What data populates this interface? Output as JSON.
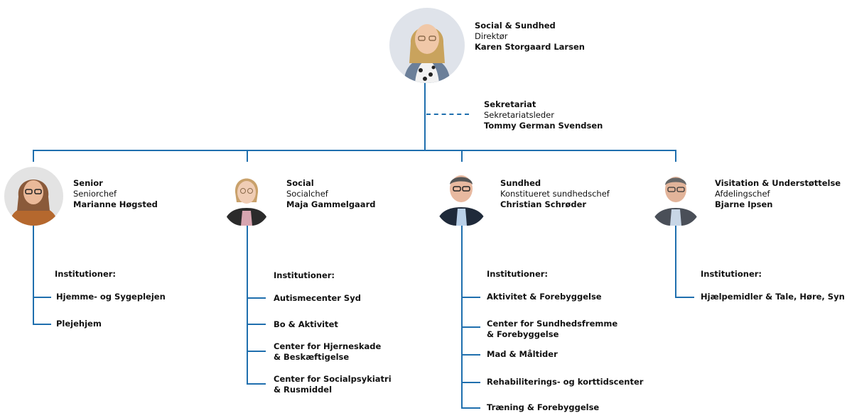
{
  "director": {
    "dept": "Social & Sundhed",
    "role": "Direktør",
    "name": "Karen Storgaard Larsen"
  },
  "secretariat": {
    "dept": "Sekretariat",
    "role": "Sekretariatsleder",
    "name": "Tommy German Svendsen"
  },
  "institutions_label": "Institutioner:",
  "departments": [
    {
      "dept": "Senior",
      "role": "Seniorchef",
      "name": "Marianne Høgsted",
      "items": [
        "Hjemme- og Sygeplejen",
        "Plejehjem"
      ]
    },
    {
      "dept": "Social",
      "role": "Socialchef",
      "name": "Maja Gammelgaard",
      "items": [
        "Autismecenter Syd",
        "Bo & Aktivitet",
        "Center for Hjerneskade\n& Beskæftigelse",
        "Center for Socialpsykiatri\n& Rusmiddel"
      ]
    },
    {
      "dept": "Sundhed",
      "role": "Konstitueret sundhedschef",
      "name": "Christian Schrøder",
      "items": [
        "Aktivitet & Forebyggelse",
        "Center for Sundhedsfremme\n& Forebyggelse",
        "Mad & Måltider",
        "Rehabiliterings- og korttidscenter",
        "Træning & Forebyggelse"
      ]
    },
    {
      "dept": "Visitation & Understøttelse",
      "role": "Afdelingschef",
      "name": "Bjarne Ipsen",
      "items": [
        "Hjælpemidler & Tale, Høre, Syn"
      ]
    }
  ],
  "colors": {
    "line": "#1f6fae"
  }
}
